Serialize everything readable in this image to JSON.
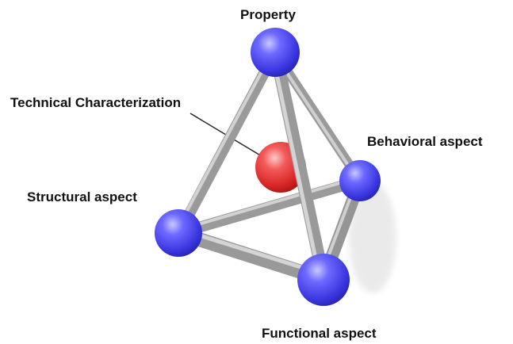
{
  "diagram": {
    "nodes": {
      "top": {
        "label": "Property"
      },
      "center": {
        "label": "Technical Characterization"
      },
      "right": {
        "label": "Behavioral aspect"
      },
      "left": {
        "label": "Structural aspect"
      },
      "bottom": {
        "label": "Functional aspect"
      }
    },
    "colors": {
      "vertex_sphere": "#4a46f0",
      "center_sphere": "#e02a2a",
      "rod": "#a9a9a9",
      "label_text": "#111111"
    }
  }
}
